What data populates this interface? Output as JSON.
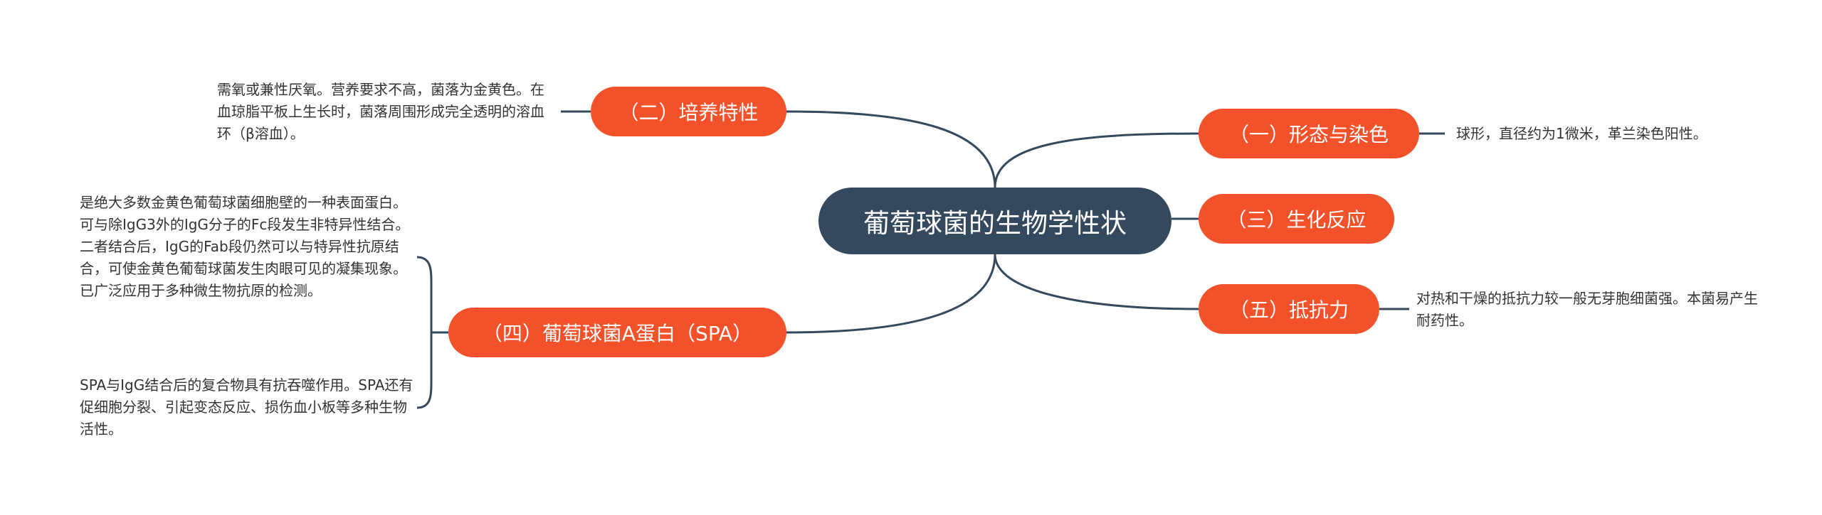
{
  "root": {
    "label": "葡萄球菌的生物学性状"
  },
  "branches": {
    "b1": {
      "label": "（一）形态与染色",
      "note": "球形，直径约为1微米，革兰染色阳性。"
    },
    "b2": {
      "label": "（二）培养特性",
      "note": "需氧或兼性厌氧。营养要求不高，菌落为金黄色。在血琼脂平板上生长时，菌落周围形成完全透明的溶血环（β溶血）。"
    },
    "b3": {
      "label": "（三）生化反应"
    },
    "b4": {
      "label": "（四）葡萄球菌A蛋白（SPA）",
      "notes": [
        "是绝大多数金黄色葡萄球菌细胞壁的一种表面蛋白。可与除IgG3外的IgG分子的Fc段发生非特异性结合。二者结合后，IgG的Fab段仍然可以与特异性抗原结合，可使金黄色葡萄球菌发生肉眼可见的凝集现象。已广泛应用于多种微生物抗原的检测。",
        "SPA与IgG结合后的复合物具有抗吞噬作用。SPA还有促细胞分裂、引起变态反应、损伤血小板等多种生物活性。"
      ]
    },
    "b5": {
      "label": "（五）抵抗力",
      "note": "对热和干燥的抵抗力较一般无芽胞细菌强。本菌易产生耐药性。"
    }
  },
  "colors": {
    "root": "#34495e",
    "branch": "#f2512a",
    "line": "#34495e",
    "text": "#333333"
  }
}
